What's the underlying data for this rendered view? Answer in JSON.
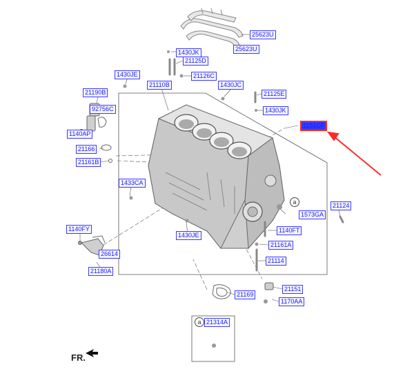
{
  "labels": {
    "l25623u_a": "25623U",
    "l25623u_b": "25623U",
    "l1430jk_a": "1430JK",
    "l21125d": "21125D",
    "l1430je_a": "1430JE",
    "l21126c": "21126C",
    "l21110b": "21110B",
    "l1430jc": "1430JC",
    "l21190b": "21190B",
    "l21125e": "21125E",
    "l92756c": "92756C",
    "l1430jk_b": "1430JK",
    "l1151cf": "1151CF",
    "l1140ap": "1140AP",
    "l21166": "21166",
    "l21161b": "21161B",
    "l1433ca": "1433CA",
    "l1573ga": "1573GA",
    "l21124": "21124",
    "l1140fy": "1140FY",
    "l1430je_b": "1430JE",
    "l1140ft": "1140FT",
    "l26614": "26614",
    "l21161a": "21161A",
    "l21180a": "21180A",
    "l21114": "21114",
    "l21151": "21151",
    "l21169": "21169",
    "l1170aa": "1170AA",
    "l21314a": "21314A"
  },
  "markers": {
    "a1": "a",
    "a2": "a"
  },
  "orientation": "FR.",
  "colors": {
    "label_text": "#1a1aff",
    "label_border": "#3a3aff",
    "highlight_fill": "#2f3bff",
    "highlight_border": "#ff2a2a",
    "arrow": "#ff2a2a"
  }
}
